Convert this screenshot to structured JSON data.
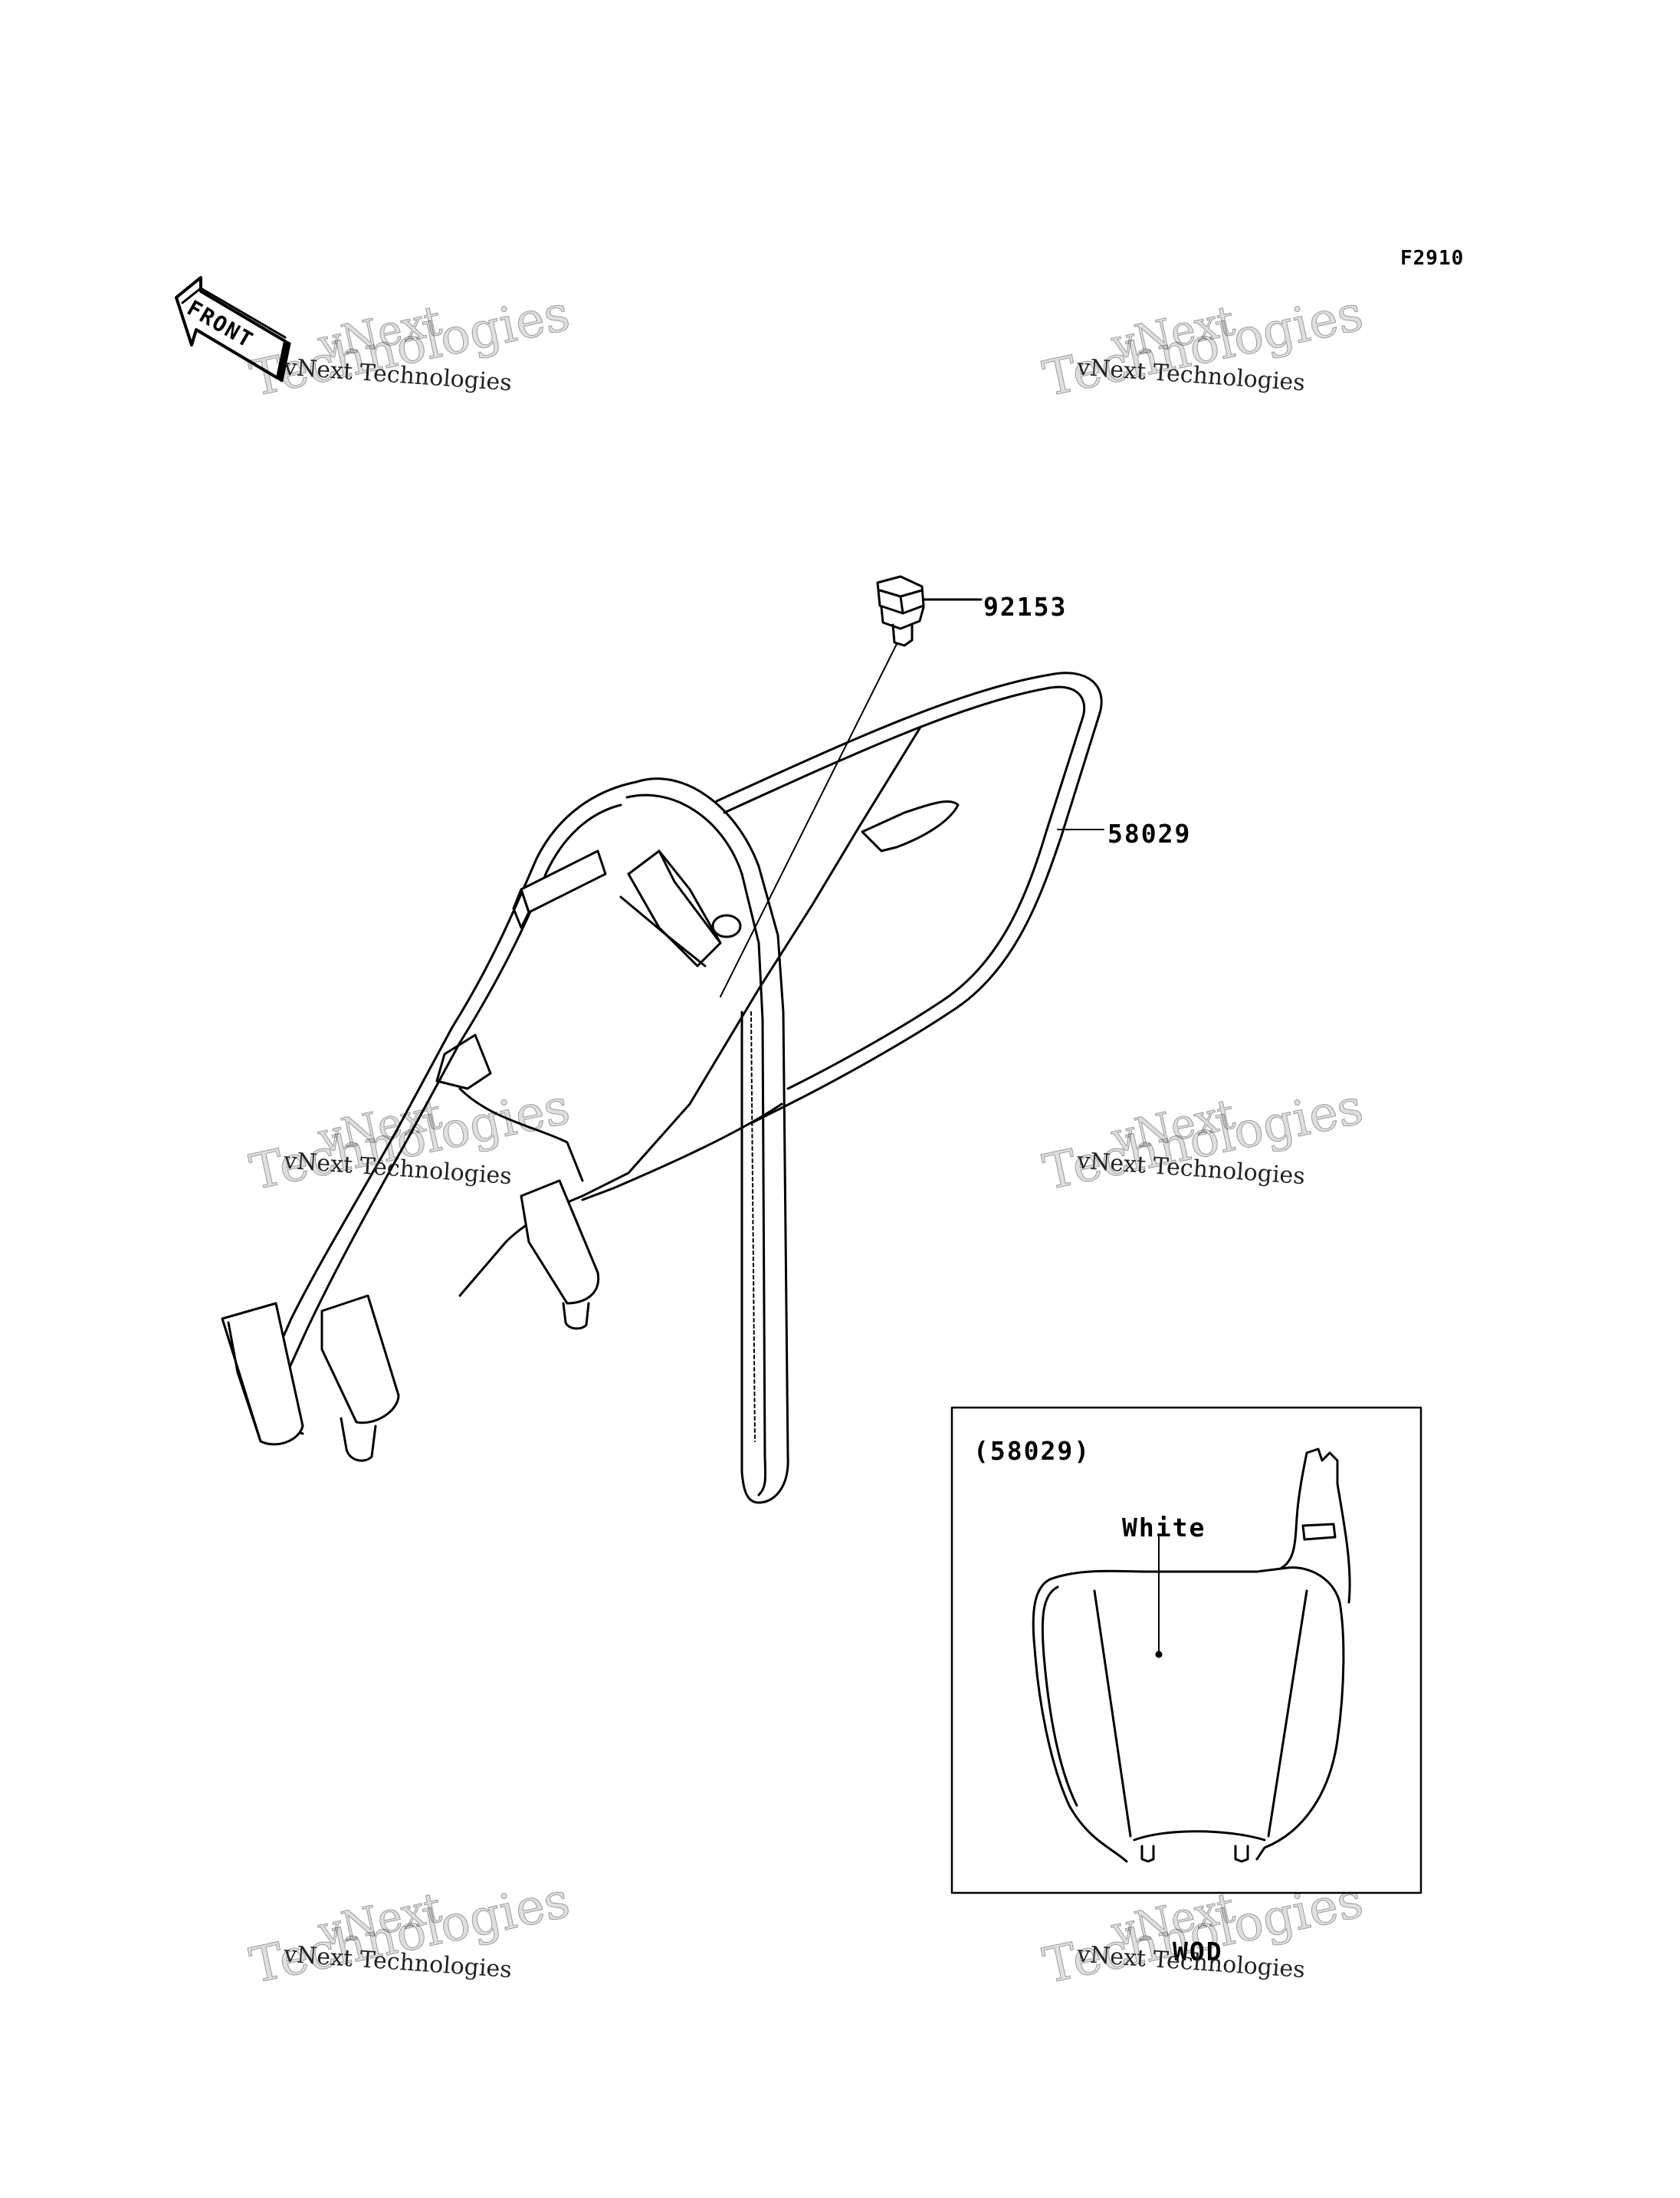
{
  "diagram": {
    "code": "F2910",
    "front_arrow_text": "FRONT",
    "parts": [
      {
        "number": "92153"
      },
      {
        "number": "58029"
      }
    ],
    "inset": {
      "label": "(58029)",
      "color_label": "White",
      "variant_label": "WOD"
    }
  },
  "watermark": {
    "line1": "vNext Technologies",
    "line2": "vNext",
    "line3": "Technologies"
  }
}
